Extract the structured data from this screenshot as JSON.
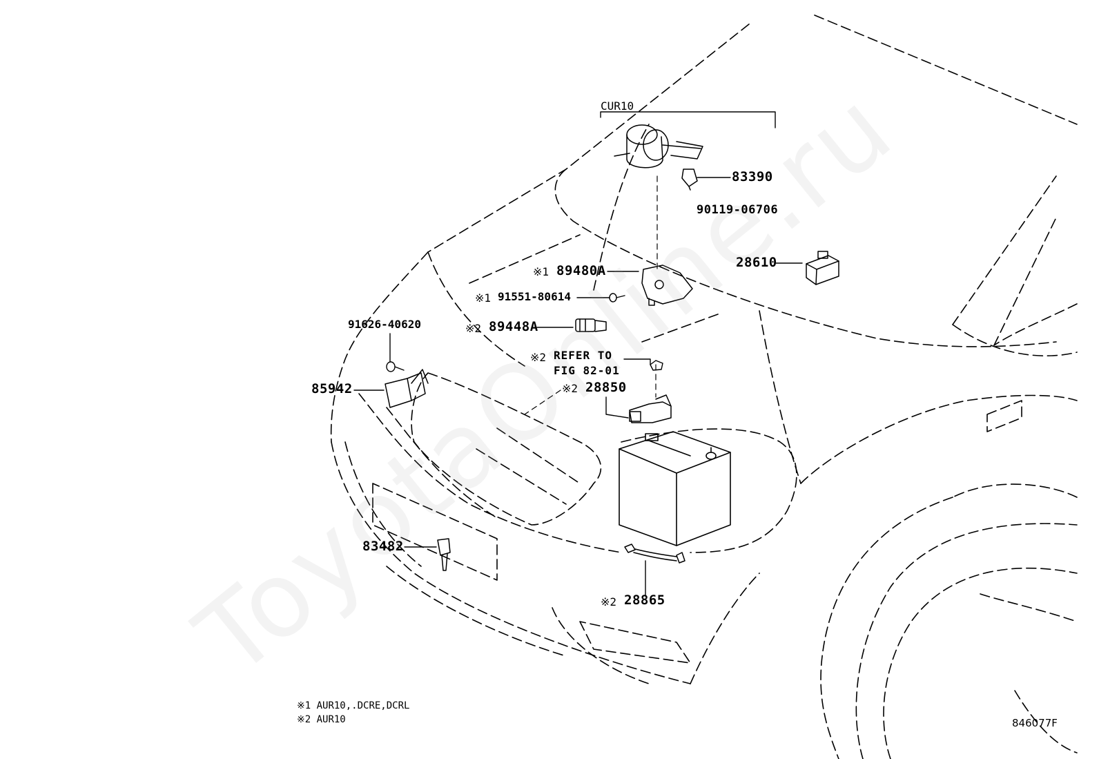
{
  "watermark": "ToyotaOnline.ru",
  "group": {
    "label": "CUR10"
  },
  "parts": {
    "p83390": "83390",
    "p90119": "90119-06706",
    "p28610": "28610",
    "p89480A": "89480A",
    "p91551": "91551-80614",
    "p89448A": "89448A",
    "p91626": "91626-40620",
    "refer_line1": "REFER TO",
    "refer_line2": "FIG 82-01",
    "p85942": "85942",
    "p28850": "28850",
    "p83482": "83482",
    "p28865": "28865"
  },
  "markers": {
    "m1": "※1",
    "m2": "※2"
  },
  "footnotes": {
    "note1": "※1 AUR10,.DCRE,DCRL",
    "note2": "※2 AUR10"
  },
  "figure_id": "846077F"
}
